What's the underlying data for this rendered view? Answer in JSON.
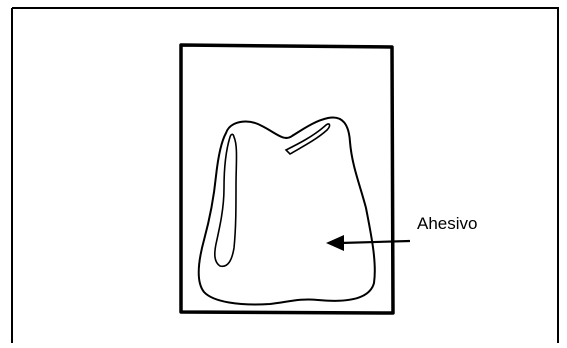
{
  "diagram": {
    "callout_label": "Ahesivo",
    "colors": {
      "line": "#000000",
      "background": "#ffffff"
    },
    "elements": [
      "outer-frame",
      "rectangular-pad",
      "tooth-outline",
      "inner-contour",
      "arrow"
    ]
  }
}
